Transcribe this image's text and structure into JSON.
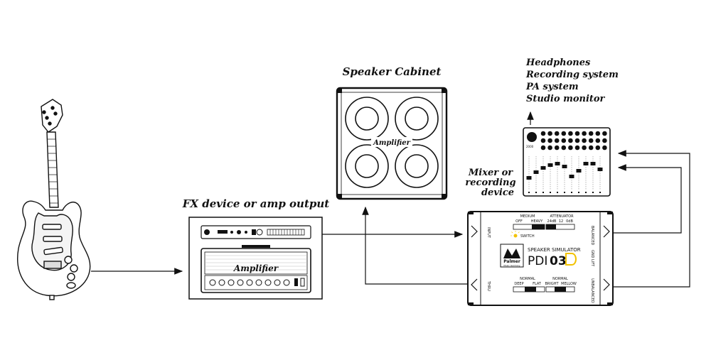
{
  "labels": {
    "speaker_cabinet": "Speaker Cabinet",
    "cabinet_brand": "Amplifier",
    "fx_device": "FX device or amp output",
    "amp_head_brand": "Amplifier",
    "mixer": [
      "Mixer or",
      "recording",
      "device"
    ],
    "destinations": [
      "Headphones",
      "Recording system",
      "PA system",
      "Studio monitor"
    ]
  },
  "pdi": {
    "title_line1": "SPEAKER SIMULATOR",
    "model_prefix": "PDI",
    "model_number": "03",
    "brand": "Palmer",
    "brand_sub": "Music Germany",
    "switch_label": "SWITCH",
    "top_left_switch": {
      "title": "MEDIUM",
      "left": "OFF",
      "right": "HEAVY"
    },
    "top_right_switch": {
      "title": "ATTENUATOR",
      "left": "24dB",
      "mid": "12",
      "right": "0dB"
    },
    "bottom_left_switch": {
      "title": "NORMAL",
      "left": "DEEP",
      "right": "FLAT"
    },
    "bottom_right_switch": {
      "title": "NORMAL",
      "left": "BRIGHT",
      "right": "MELLOW"
    },
    "jack_input": "INPUT",
    "jack_thru": "THRU",
    "jack_balanced": "BALANCED",
    "jack_unbalanced": "UNBALANCED",
    "gnd_lift": "GND LIFT"
  },
  "mixer_device": {
    "knob_label": "2000"
  }
}
